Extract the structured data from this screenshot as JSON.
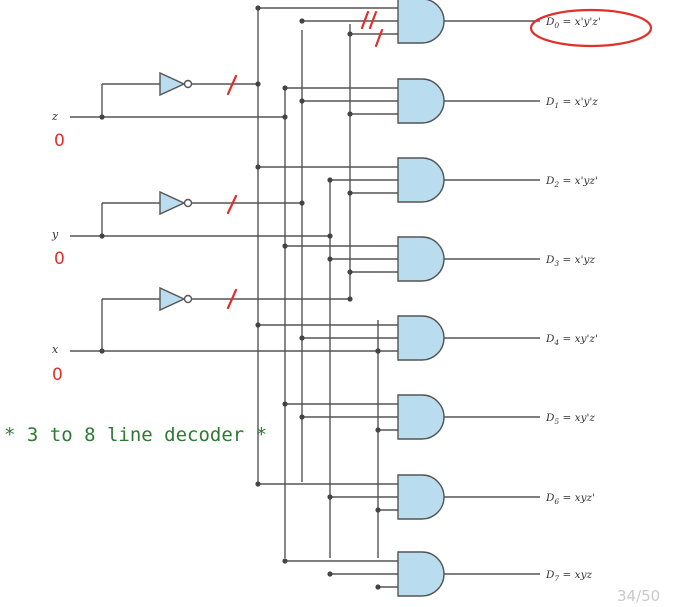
{
  "inputs": [
    {
      "id": "z",
      "label": "z",
      "annotation": "0"
    },
    {
      "id": "y",
      "label": "y",
      "annotation": "0"
    },
    {
      "id": "x",
      "label": "x",
      "annotation": "0"
    }
  ],
  "outputs": [
    {
      "name": "D",
      "sub": "0",
      "expr": " = x'y'z'",
      "highlighted": true
    },
    {
      "name": "D",
      "sub": "1",
      "expr": " = x'y'z",
      "highlighted": false
    },
    {
      "name": "D",
      "sub": "2",
      "expr": " = x'yz'",
      "highlighted": false
    },
    {
      "name": "D",
      "sub": "3",
      "expr": " = x'yz",
      "highlighted": false
    },
    {
      "name": "D",
      "sub": "4",
      "expr": " = xy'z'",
      "highlighted": false
    },
    {
      "name": "D",
      "sub": "5",
      "expr": " = xy'z",
      "highlighted": false
    },
    {
      "name": "D",
      "sub": "6",
      "expr": " = xyz'",
      "highlighted": false
    },
    {
      "name": "D",
      "sub": "7",
      "expr": " = xyz",
      "highlighted": false
    }
  ],
  "handwritten_note": "* 3 to 8 line decoder *",
  "page_indicator": "34/50",
  "colors": {
    "gate_fill": "#b9dcef",
    "wire": "#555555",
    "annotation_red": "#e0302b",
    "annotation_green": "#2d7a32"
  }
}
